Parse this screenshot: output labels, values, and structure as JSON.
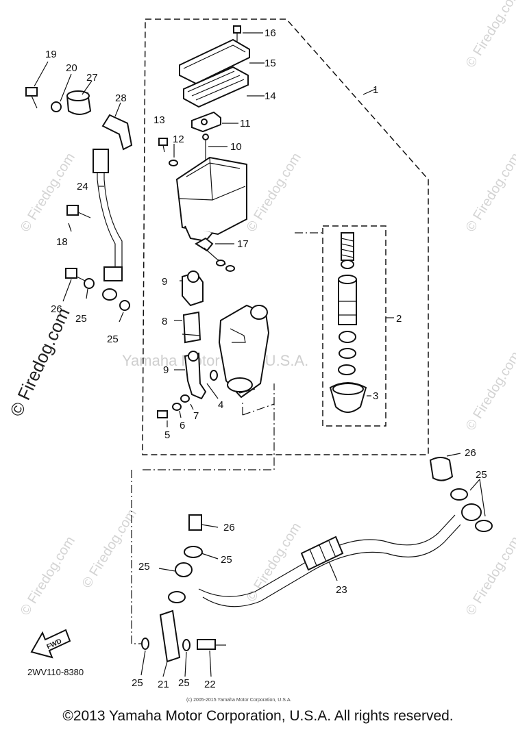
{
  "diagram": {
    "ref_code": "2WV110-8380",
    "fwd_label": "FWD",
    "small_copyright": "(c) 2005-2015 Yamaha Motor Corporation, U.S.A.",
    "center_watermark": "Yamaha Motor Corp. U.S.A.",
    "watermark_text": "© Firedog.com",
    "side_watermark": "© Firedog.com"
  },
  "callouts": [
    "1",
    "2",
    "3",
    "4",
    "5",
    "6",
    "7",
    "8",
    "9",
    "9",
    "10",
    "11",
    "12",
    "13",
    "14",
    "15",
    "16",
    "17",
    "18",
    "19",
    "20",
    "21",
    "22",
    "23",
    "24",
    "25",
    "25",
    "25",
    "25",
    "25",
    "25",
    "25",
    "26",
    "26",
    "26",
    "27",
    "28"
  ],
  "footer": {
    "copyright": "©2013 Yamaha Motor Corporation, U.S.A. All rights reserved."
  }
}
